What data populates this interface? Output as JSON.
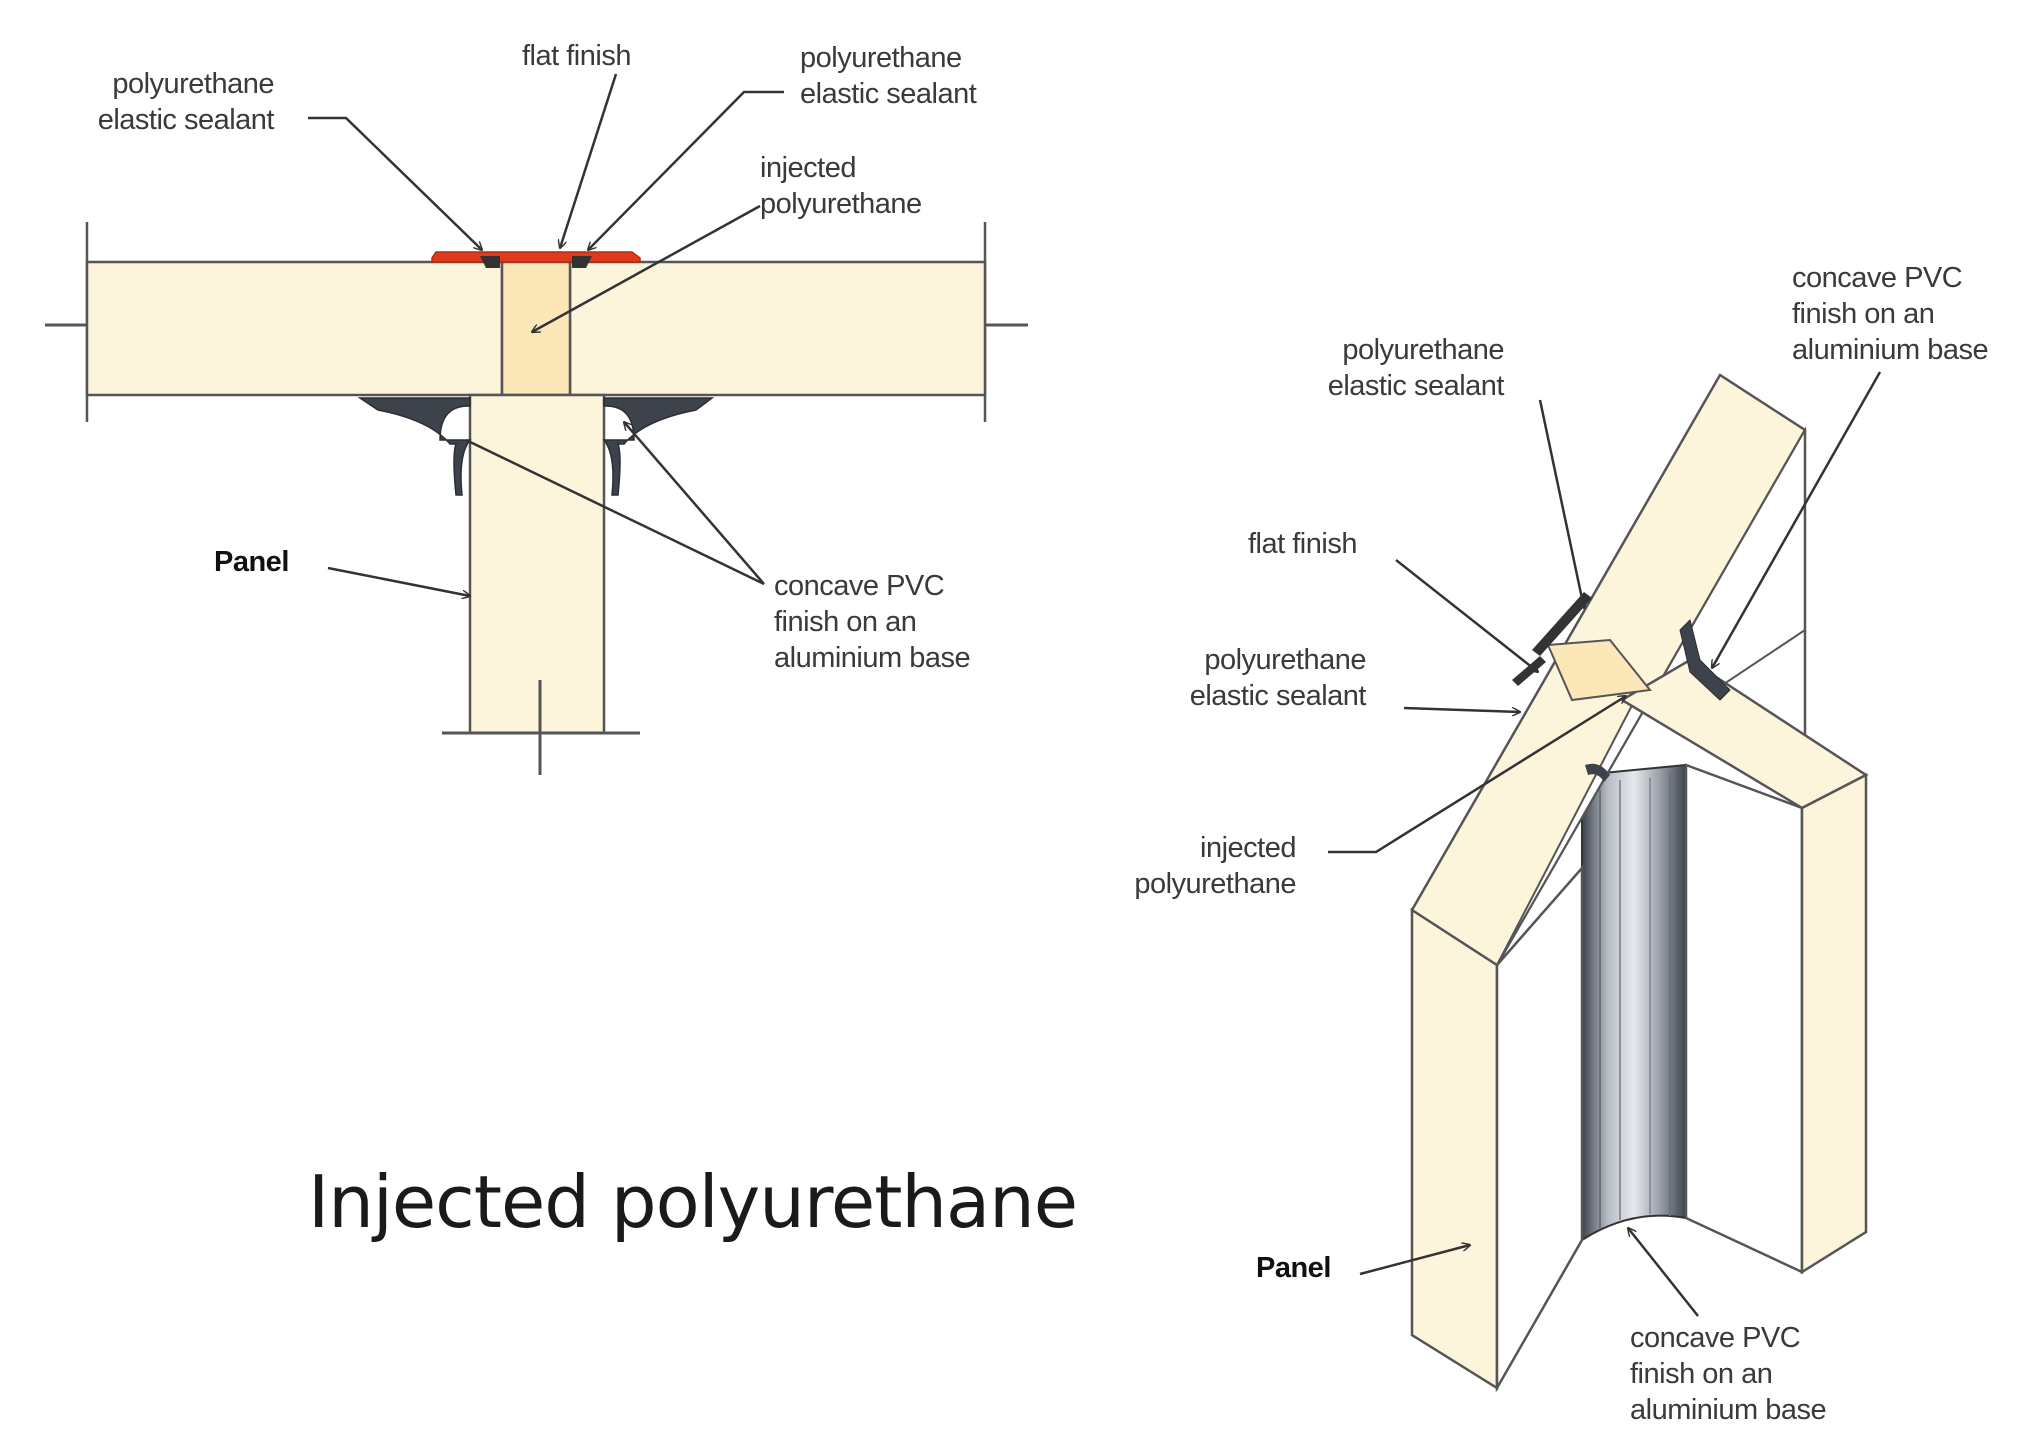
{
  "caption": "Injected polyurethane",
  "colors": {
    "panel_fill": "#fdf4dc",
    "core_fill": "#fbe7b8",
    "outline": "#555555",
    "sealant_red": "#e03a1e",
    "profile_dark": "#444a55"
  },
  "left_diagram": {
    "sealant_left": [
      "polyurethane",
      "elastic sealant"
    ],
    "flat_finish": "flat finish",
    "sealant_right": [
      "polyurethane",
      "elastic sealant"
    ],
    "injected": [
      "injected",
      "polyurethane"
    ],
    "panel": "Panel",
    "concave": [
      "concave PVC",
      "finish on an",
      "aluminium base"
    ]
  },
  "right_diagram": {
    "concave_top": [
      "concave PVC",
      "finish on an",
      "aluminium base"
    ],
    "sealant_top": [
      "polyurethane",
      "elastic sealant"
    ],
    "flat_finish": "flat finish",
    "sealant_mid": [
      "polyurethane",
      "elastic sealant"
    ],
    "injected": [
      "injected",
      "polyurethane"
    ],
    "panel": "Panel",
    "concave_bottom": [
      "concave PVC",
      "finish on an",
      "aluminium base"
    ]
  }
}
